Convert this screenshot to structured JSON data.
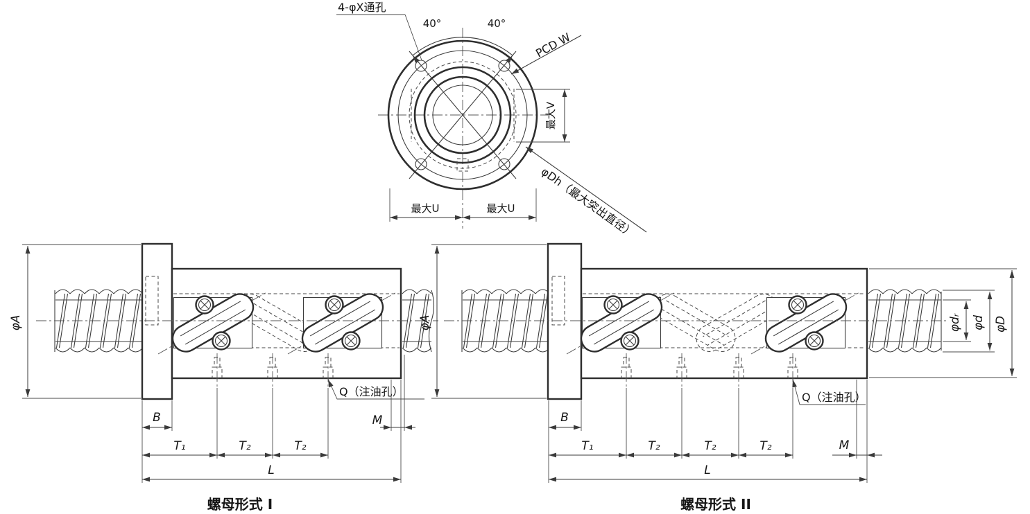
{
  "drawing": {
    "top_view": {
      "hole_callout": "4-φX通孔",
      "angle_left": "40°",
      "angle_right": "40°",
      "pcd_label": "PCD W",
      "max_v_label": "最大V",
      "protrusion_label": "φDh（最大突出直径）",
      "max_u_left": "最大U",
      "max_u_right": "最大U"
    },
    "nut_type_1": {
      "title": "螺母形式 I",
      "dim_phi_a": "φA",
      "dim_b": "B",
      "dim_t1": "T₁",
      "dim_t2_1": "T₂",
      "dim_t2_2": "T₂",
      "dim_m": "M",
      "dim_l": "L",
      "oil_hole_label": "Q（注油孔）"
    },
    "nut_type_2": {
      "title": "螺母形式 II",
      "dim_phi_a": "φA",
      "dim_b": "B",
      "dim_t1": "T₁",
      "dim_t2_1": "T₂",
      "dim_t2_2": "T₂",
      "dim_t2_3": "T₂",
      "dim_m": "M",
      "dim_l": "L",
      "oil_hole_label": "Q（注油孔）",
      "dim_phi_dr": "φdᵣ",
      "dim_phi_d": "φd",
      "dim_phi_big_d": "φD"
    }
  },
  "colors": {
    "line": "#3a3a3a",
    "background": "#ffffff"
  }
}
